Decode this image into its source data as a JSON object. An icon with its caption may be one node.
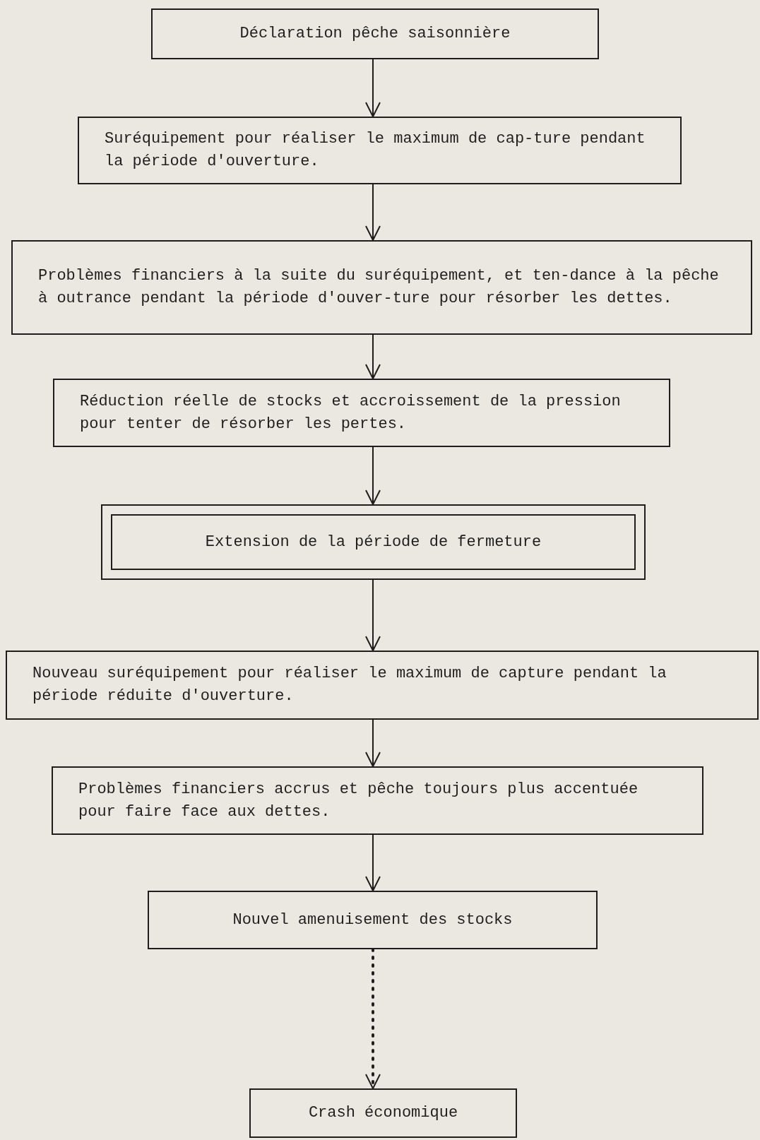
{
  "diagram": {
    "nodes": [
      {
        "text": [
          "Déclaration pêche saisonnière"
        ]
      },
      {
        "text": [
          "Suréquipement pour réaliser le maximum de cap-ture pendant la période d'ouverture."
        ]
      },
      {
        "text": [
          "Problèmes financiers à la suite du suréquipement, et ten-dance à la pêche à outrance pendant la période d'ouver-ture pour résorber les dettes."
        ]
      },
      {
        "text": [
          "Réduction réelle de stocks et accroissement de la pression pour tenter de résorber les pertes."
        ]
      },
      {
        "text": [
          "Extension de la période de fermeture"
        ]
      },
      {
        "text": [
          "Nouveau suréquipement pour réaliser le maximum de capture pendant la période réduite d'ouverture."
        ]
      },
      {
        "text": [
          "Problèmes financiers accrus et pêche toujours plus accentuée pour faire face aux dettes."
        ]
      },
      {
        "text": [
          "Nouvel amenuisement des stocks"
        ]
      },
      {
        "text": [
          "Crash économique"
        ]
      }
    ],
    "edges": [
      {
        "from": 0,
        "to": 1,
        "arrow": "to"
      },
      {
        "from": 1,
        "to": 2,
        "arrow": "to"
      },
      {
        "from": 2,
        "to": 3,
        "arrow": "to"
      },
      {
        "from": 3,
        "to": 4,
        "arrow": "to"
      },
      {
        "from": 4,
        "to": 5,
        "arrow": "to"
      },
      {
        "from": 5,
        "to": 6,
        "arrow": "to"
      },
      {
        "from": 6,
        "to": 7,
        "arrow": "to"
      },
      {
        "from": 7,
        "to": 8,
        "arrow": "to",
        "style": "dashed"
      }
    ]
  }
}
